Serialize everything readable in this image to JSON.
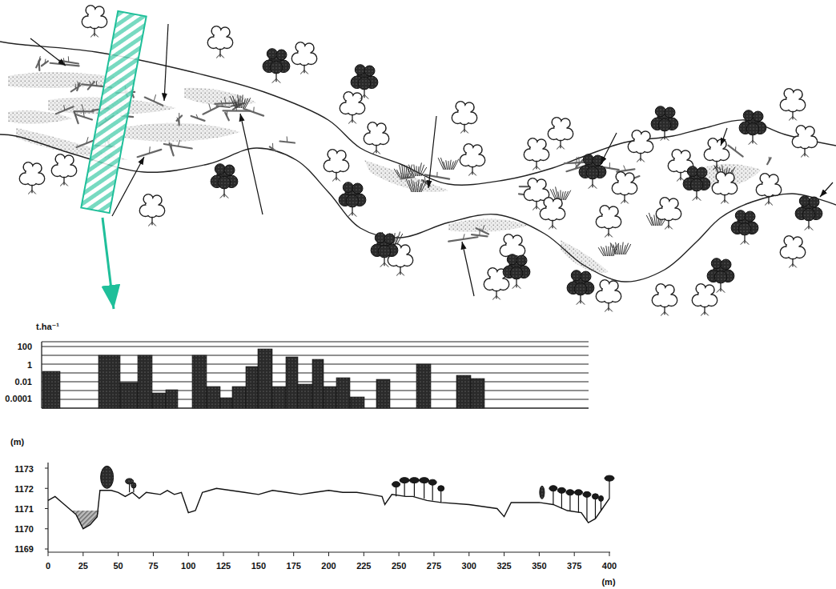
{
  "diagram": {
    "labels": [
      "t.ha⁻¹",
      "100",
      "1",
      "0.01",
      "0.0001",
      "(m)",
      "1173",
      "1172",
      "1171",
      "1170",
      "1169",
      "0",
      "25",
      "50",
      "75",
      "100",
      "125",
      "150",
      "175",
      "200",
      "225",
      "250",
      "275",
      "300",
      "325",
      "350",
      "375",
      "400",
      "(m)"
    ]
  }
}
